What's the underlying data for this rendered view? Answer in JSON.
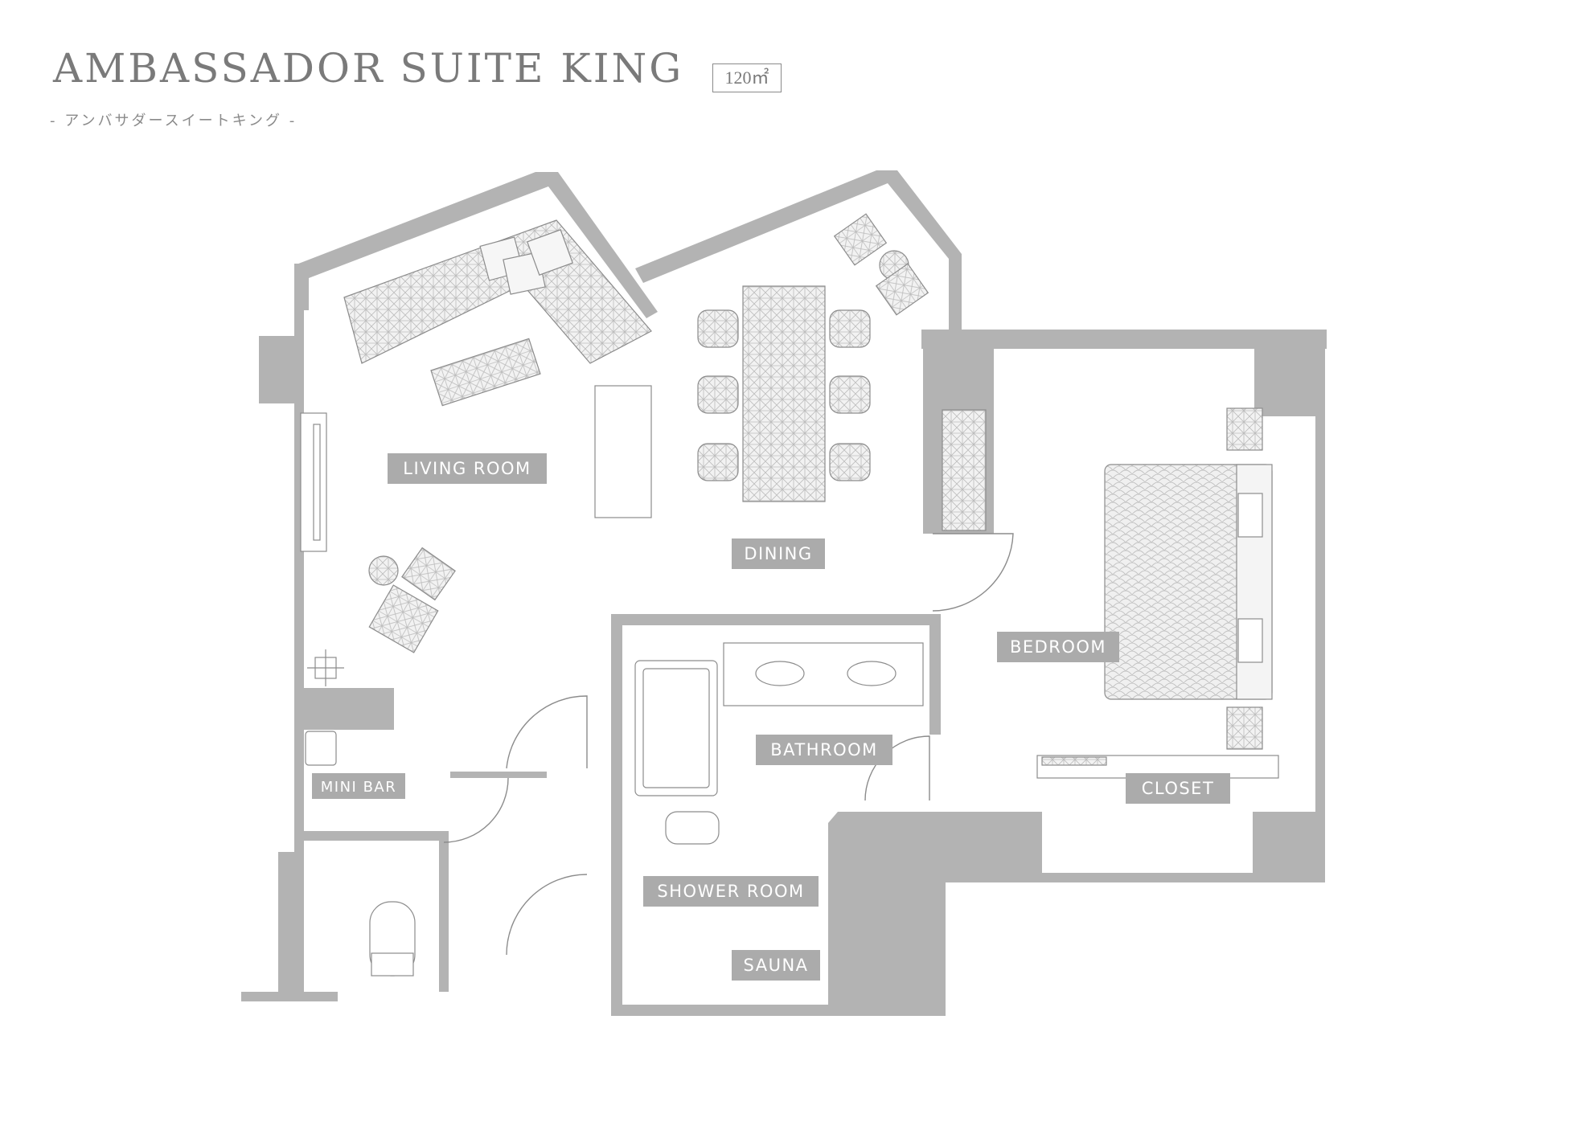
{
  "header": {
    "title": "AMBASSADOR SUITE KING",
    "area": "120㎡",
    "subtitle": "- アンバサダースイートキング -"
  },
  "rooms": {
    "living_room": "LIVING ROOM",
    "dining": "DINING",
    "bedroom": "BEDROOM",
    "bathroom": "BATHROOM",
    "mini_bar": "MINI BAR",
    "closet": "CLOSET",
    "shower_room": "SHOWER ROOM",
    "sauna": "SAUNA"
  },
  "colors": {
    "wall": "#b3b3b3",
    "label_bg": "#ababab",
    "line": "#8c8c8c",
    "text": "#7a7a7a"
  }
}
